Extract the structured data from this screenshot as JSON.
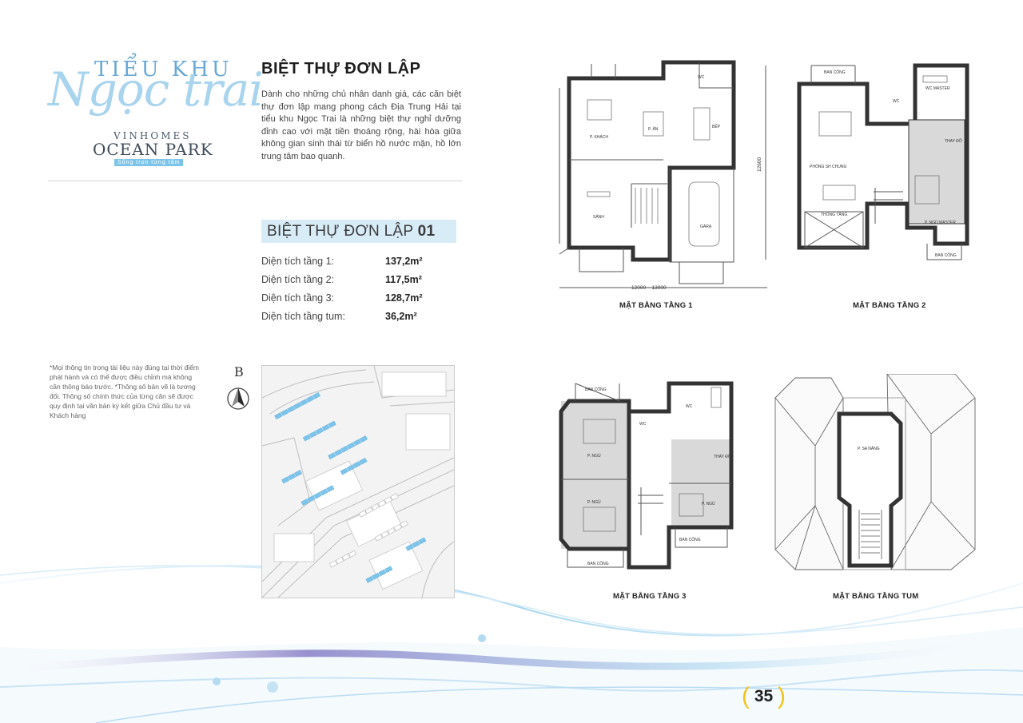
{
  "logo": {
    "tieu_khu": "TIỂU KHU",
    "ngoc_trai": "Ngọc trai",
    "vinhomes": "VINHOMES",
    "ocean_park": "OCEAN PARK",
    "slogan": "Sống trọn từng tấm"
  },
  "title": "BIỆT THỰ ĐƠN LẬP",
  "intro": "Dành cho những chủ nhân danh giá, các căn biệt thự đơn lập mang phong cách Địa Trung Hải tại tiểu khu Ngọc Trai là những biệt thự nghỉ dưỡng đỉnh cao với mặt tiền thoáng rộng, hài hòa giữa không gian sinh thái từ biển hồ nước mặn, hồ lớn trung tâm bao quanh.",
  "model": {
    "prefix": "BIỆT THỰ ĐƠN LẬP",
    "number": "01"
  },
  "areas": [
    {
      "label": "Diện tích tầng 1:",
      "value": "137,2m²"
    },
    {
      "label": "Diện tích tầng 2:",
      "value": "117,5m²"
    },
    {
      "label": "Diện tích tầng 3:",
      "value": "128,7m²"
    },
    {
      "label": "Diện tích tầng tum:",
      "value": "36,2m²"
    }
  ],
  "note": "*Mọi thông tin trong tài liệu này đúng tại thời điểm phát hành và có thể được điều chỉnh mà không cần thông báo trước. *Thông số bản vẽ là tương đối. Thông số chính thức của từng căn sẽ được quy định tại văn bản ký kết giữa Chủ đầu tư và Khách hàng",
  "compass": {
    "letter": "B",
    "icon": "compass-arrow-icon"
  },
  "plans": [
    {
      "caption": "MẶT BẰNG TẦNG 1",
      "dim_width": "12000 ~ 13000",
      "dim_height": "12600",
      "rooms": [
        "WC",
        "P. KHÁCH",
        "P. ĂN",
        "BẾP",
        "SẢNH",
        "GARA"
      ]
    },
    {
      "caption": "MẶT BẰNG TẦNG 2",
      "rooms": [
        "BAN CÔNG",
        "WC MASTER",
        "WC",
        "PHÒNG SH CHUNG",
        "THAY ĐỒ",
        "THÔNG TẦNG",
        "P. NGỦ MASTER",
        "BAN CÔNG"
      ]
    },
    {
      "caption": "MẶT BẰNG TẦNG 3",
      "rooms": [
        "BAN CÔNG",
        "WC",
        "WC",
        "P. NGỦ",
        "THAY ĐỒ",
        "P. NGỦ",
        "P. NGỦ",
        "BAN CÔNG",
        "BAN CÔNG"
      ]
    },
    {
      "caption": "MẶT BẰNG TẦNG TUM",
      "rooms": [
        "P. SA NĂNG"
      ]
    }
  ],
  "page_number": "35",
  "colors": {
    "accent_blue": "#7cc4ea",
    "badge_bg": "#d8ecf8",
    "page_bracket": "#f0c419",
    "wave_purple": "#9a92cf"
  }
}
